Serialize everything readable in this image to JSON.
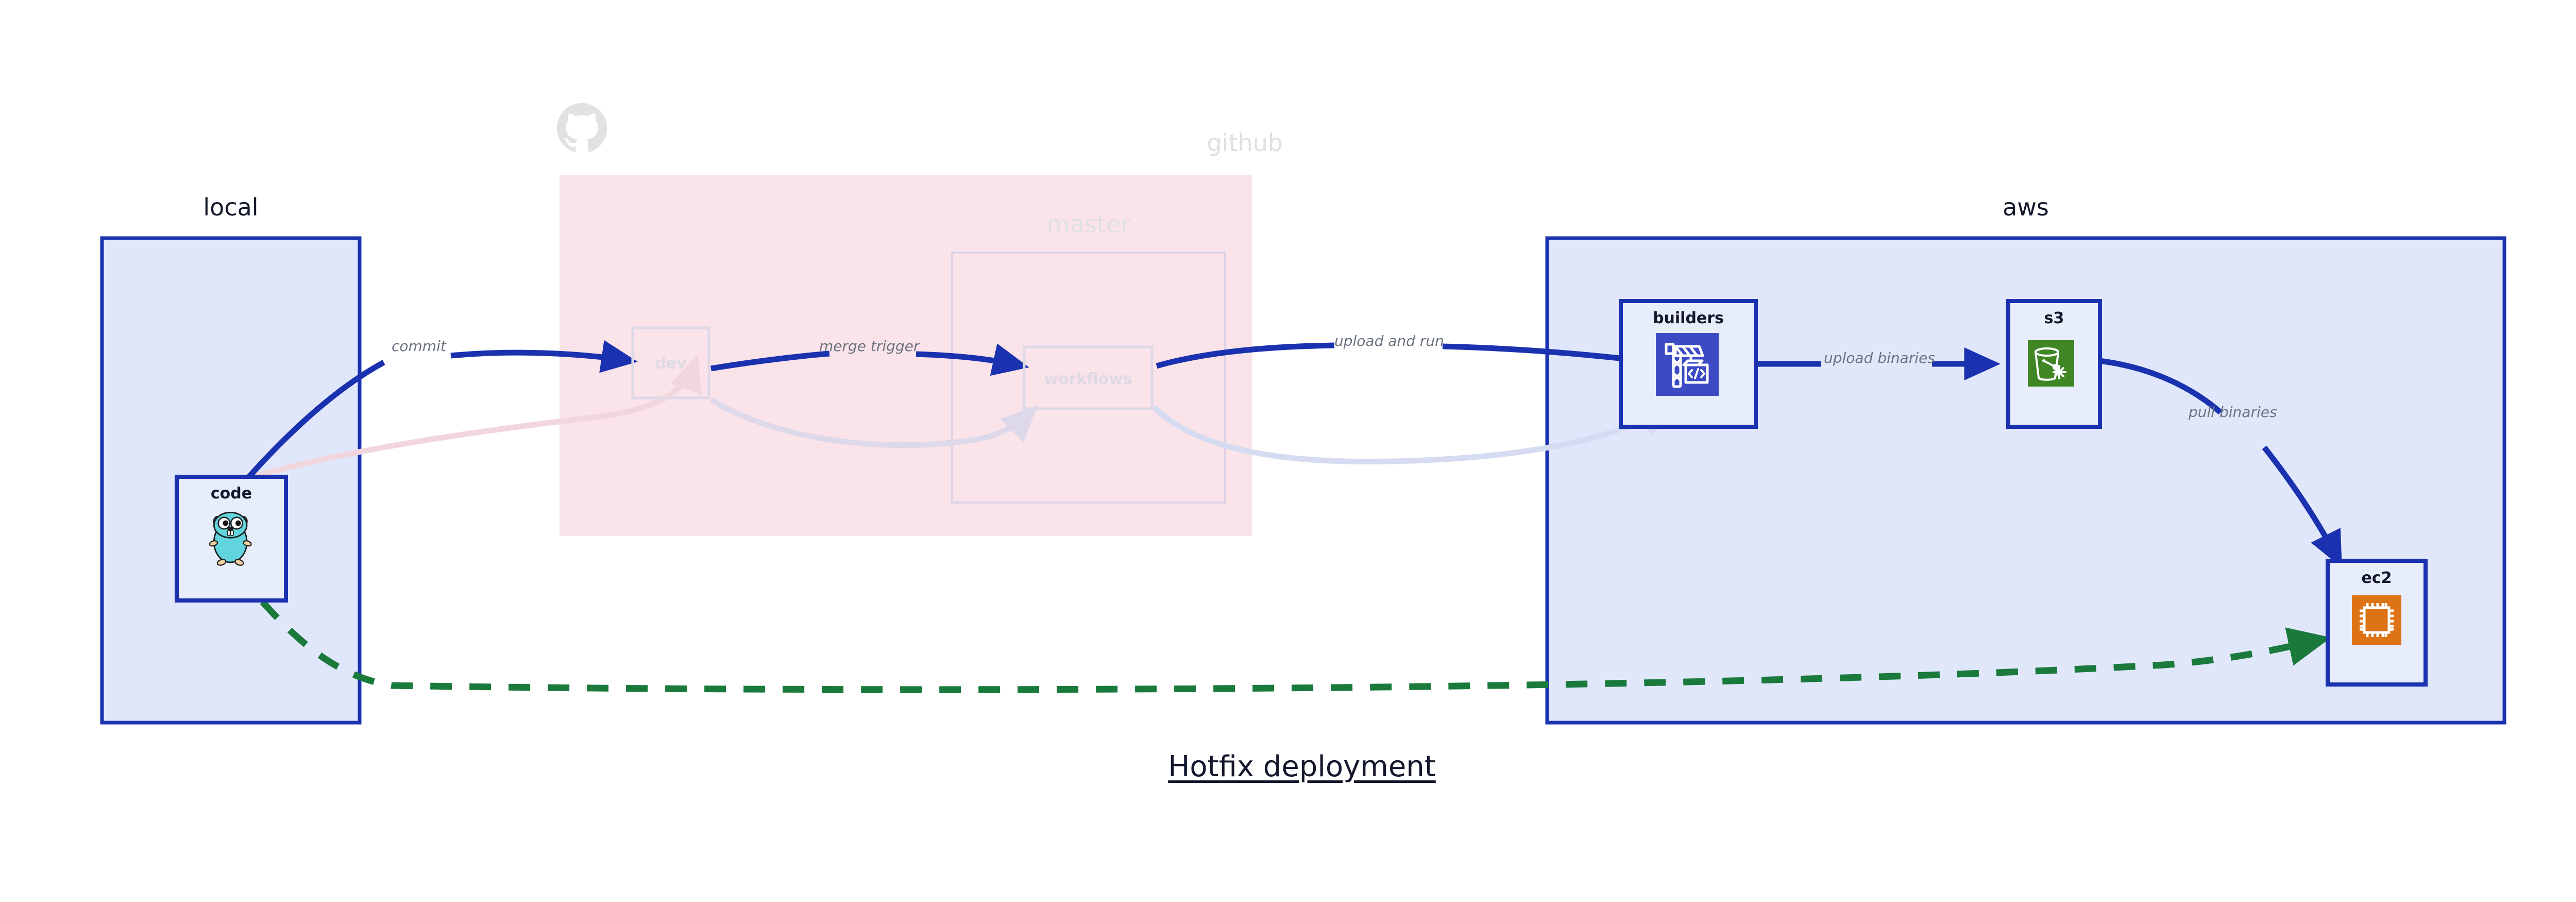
{
  "title": "Hotfix deployment",
  "colors": {
    "node_border": "#1a31b0",
    "node_fill": "#e8edfb",
    "cluster_local_fill": "#e1e7fb",
    "cluster_aws_fill": "#e1e7fb",
    "cluster_github_fill": "#fae3e9",
    "edge_blue": "#1a31b0",
    "edge_green": "#1a7a3c",
    "edge_label_text": "#6b7280",
    "faded_text": "#ded9e4",
    "github_logo": "#e2e2e2",
    "builders_icon_bg": "#3c4bc4",
    "s3_icon_bg": "#3f8624",
    "ec2_icon_bg": "#dd7314",
    "gopher_body": "#62d4dd"
  },
  "clusters": [
    {
      "id": "local",
      "label": "local",
      "faded": false
    },
    {
      "id": "github",
      "label": "github",
      "faded": true
    },
    {
      "id": "master",
      "label": "master",
      "faded": true
    },
    {
      "id": "aws",
      "label": "aws",
      "faded": false
    }
  ],
  "nodes": [
    {
      "id": "code",
      "label": "code",
      "icon": "go-gopher-icon",
      "faded": false
    },
    {
      "id": "dev",
      "label": "dev",
      "icon": "none",
      "faded": true
    },
    {
      "id": "workflows",
      "label": "workflows",
      "icon": "none",
      "faded": true
    },
    {
      "id": "builders",
      "label": "builders",
      "icon": "aws-codebuild-icon",
      "faded": false
    },
    {
      "id": "s3",
      "label": "s3",
      "icon": "aws-s3-glacier-icon",
      "faded": false
    },
    {
      "id": "ec2",
      "label": "ec2",
      "icon": "aws-ec2-icon",
      "faded": false
    }
  ],
  "edges": [
    {
      "id": "commit",
      "label": "commit",
      "from": "code",
      "to": "dev",
      "style": "solid",
      "color": "#1a31b0",
      "faded": false
    },
    {
      "id": "merge-trigger",
      "label": "merge trigger",
      "from": "dev",
      "to": "workflows",
      "style": "solid",
      "color": "#1a31b0",
      "faded": false
    },
    {
      "id": "upload-and-run",
      "label": "upload and run",
      "from": "workflows",
      "to": "builders",
      "style": "solid",
      "color": "#1a31b0",
      "faded": false
    },
    {
      "id": "upload-binaries",
      "label": "upload binaries",
      "from": "builders",
      "to": "s3",
      "style": "solid",
      "color": "#1a31b0",
      "faded": false
    },
    {
      "id": "pull-binaries",
      "label": "pull binaries",
      "from": "s3",
      "to": "ec2",
      "style": "solid",
      "color": "#1a31b0",
      "faded": false
    },
    {
      "id": "hotfix-direct",
      "label": "",
      "from": "code",
      "to": "ec2",
      "style": "dashed",
      "color": "#1a7a3c",
      "faded": false
    },
    {
      "id": "faded-code-dev",
      "label": "",
      "from": "code",
      "to": "dev",
      "style": "solid",
      "color": "#f2d6dd",
      "faded": true
    },
    {
      "id": "faded-dev-workflows",
      "label": "",
      "from": "dev",
      "to": "workflows",
      "style": "solid",
      "color": "#ddd9ea",
      "faded": true
    },
    {
      "id": "faded-workflows-build",
      "label": "",
      "from": "workflows",
      "to": "builders",
      "style": "solid",
      "color": "#dde1f3",
      "faded": true
    }
  ]
}
